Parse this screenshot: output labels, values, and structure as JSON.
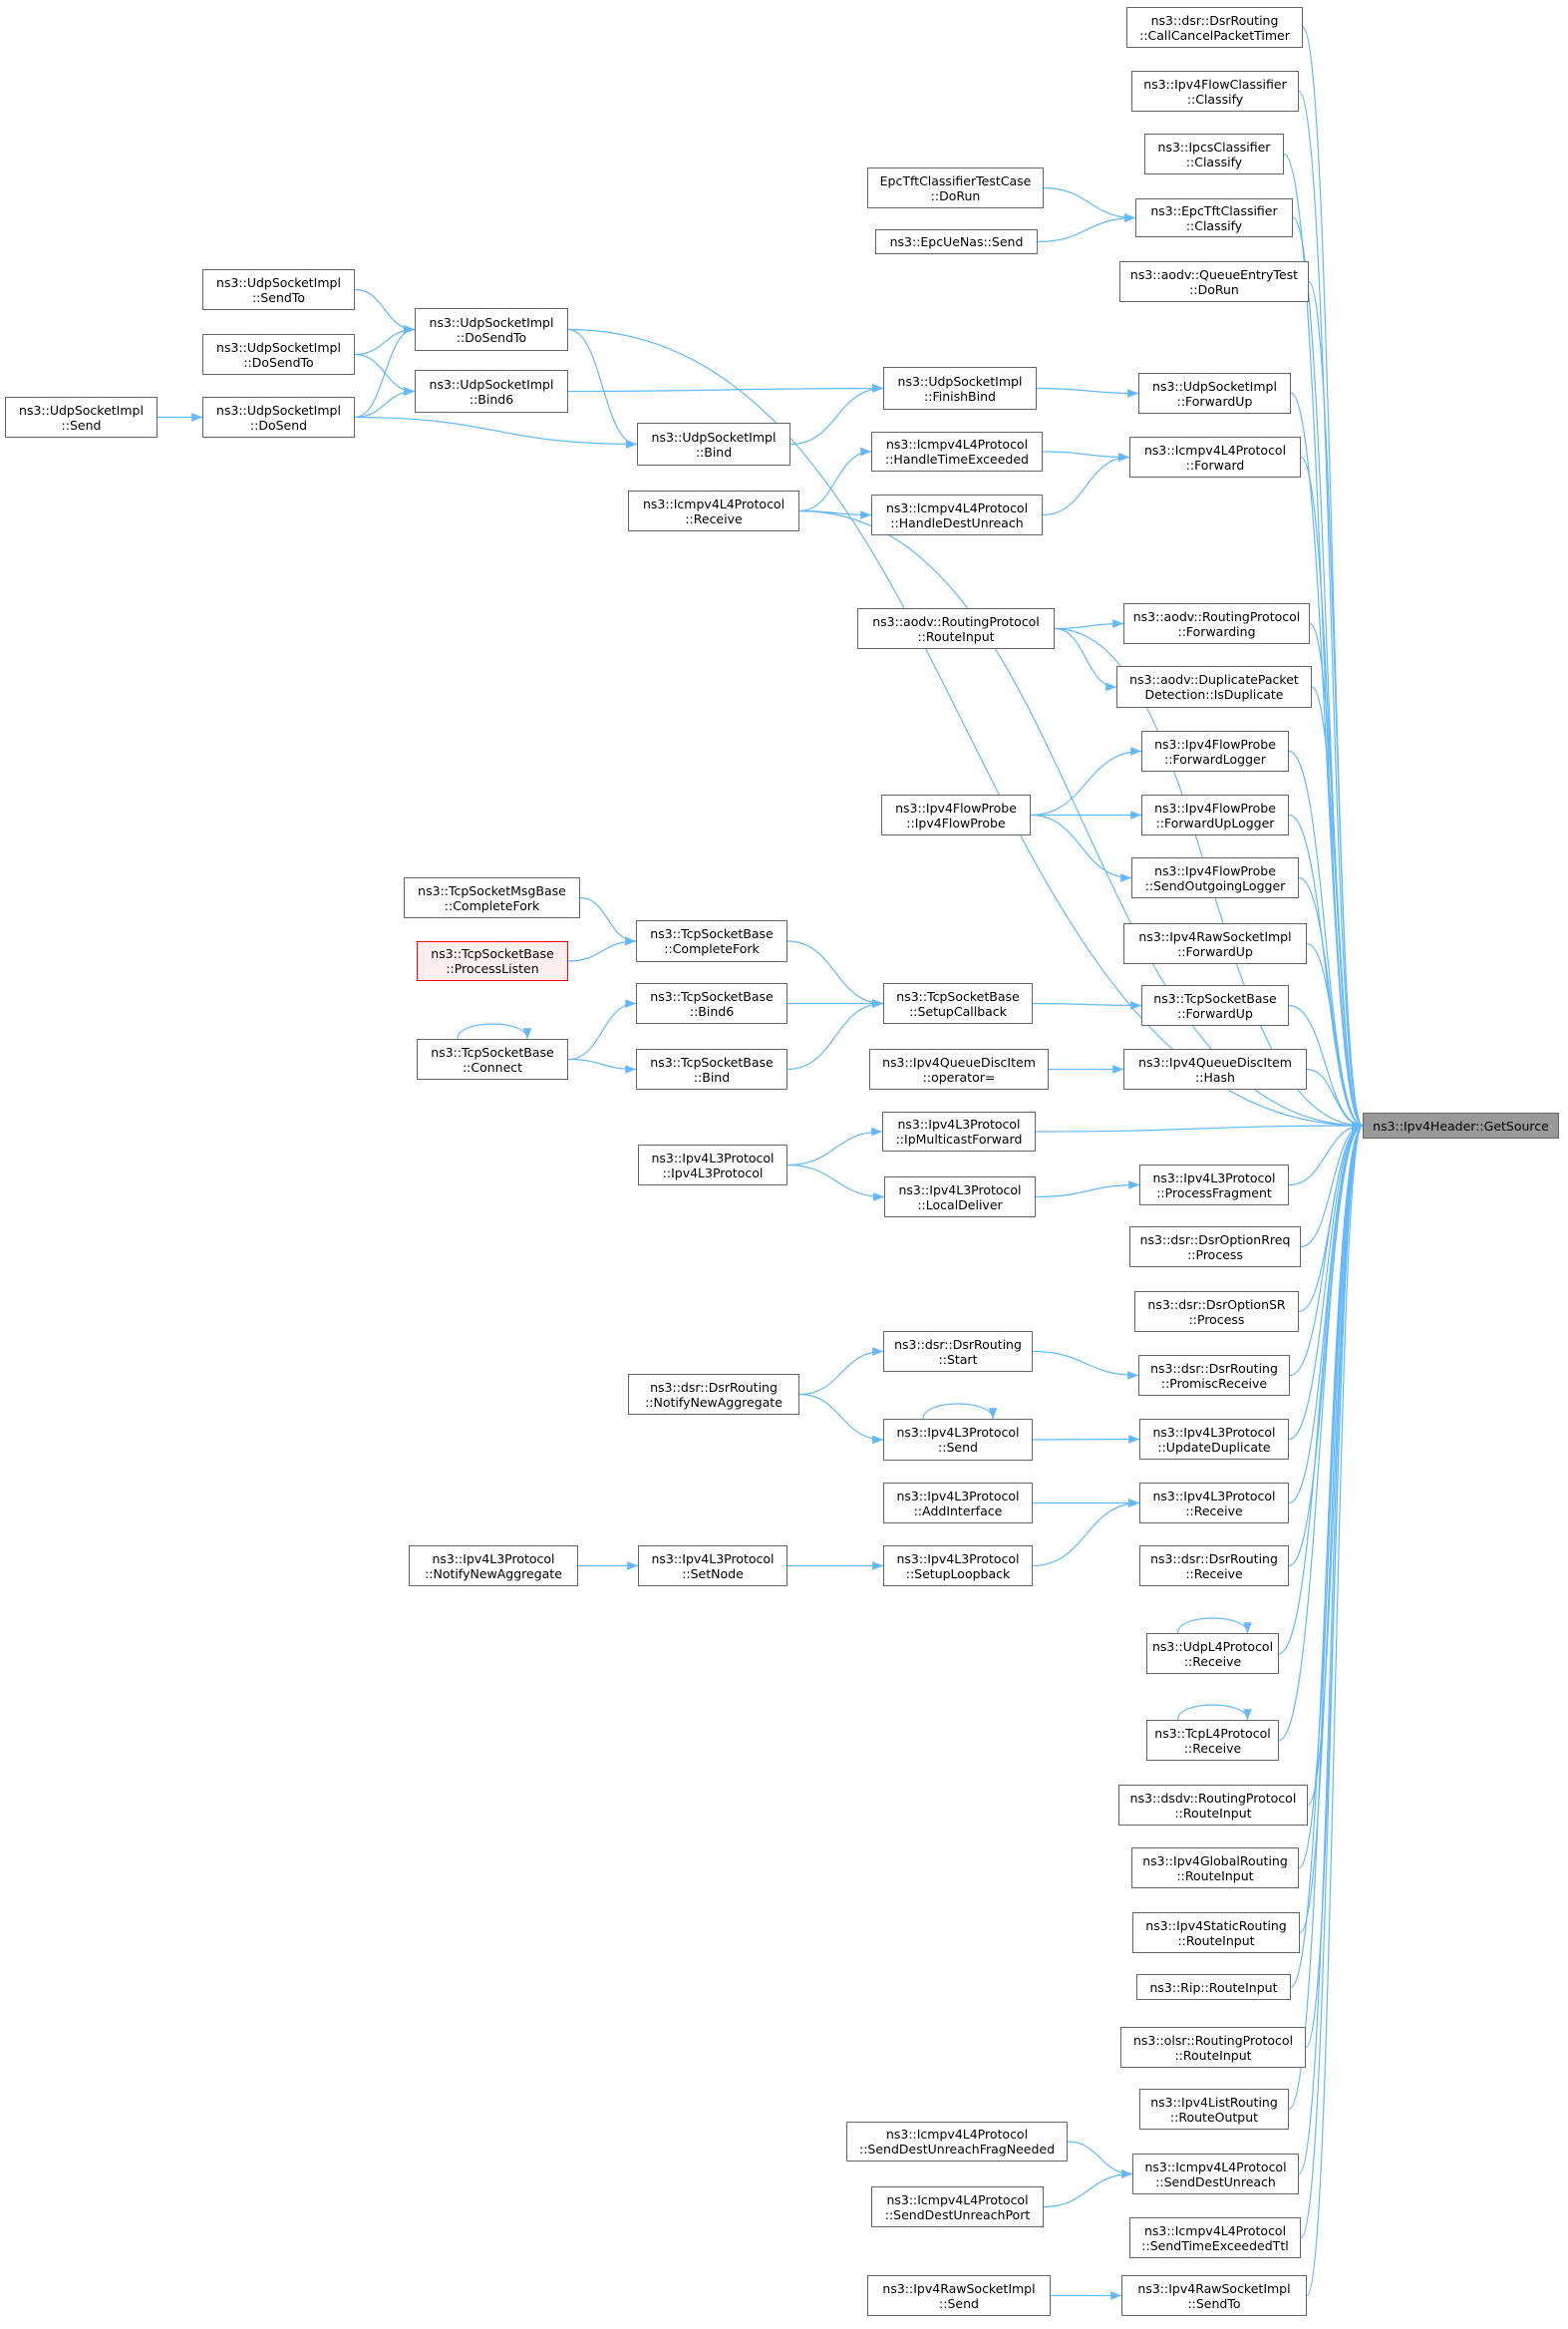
{
  "colors": {
    "edge": "#63b8ff",
    "node_border": "#666666",
    "target_fill": "#999999",
    "missing_border": "#ff0000",
    "missing_fill": "#fff0f0"
  },
  "nodes": {
    "getsource": {
      "lines": [
        "ns3::Ipv4Header::GetSource"
      ],
      "kind": "target"
    },
    "dsr_cancel": {
      "lines": [
        "ns3::dsr::DsrRouting",
        "::CallCancelPacketTimer"
      ]
    },
    "flowclass": {
      "lines": [
        "ns3::Ipv4FlowClassifier",
        "::Classify"
      ]
    },
    "ipcs": {
      "lines": [
        "ns3::IpcsClassifier",
        "::Classify"
      ]
    },
    "epctft": {
      "lines": [
        "ns3::EpcTftClassifier",
        "::Classify"
      ]
    },
    "epctest": {
      "lines": [
        "EpcTftClassifierTestCase",
        "::DoRun"
      ]
    },
    "epcuenas": {
      "lines": [
        "ns3::EpcUeNas::Send"
      ]
    },
    "aodv_qtest": {
      "lines": [
        "ns3::aodv::QueueEntryTest",
        "::DoRun"
      ]
    },
    "udp_sendto": {
      "lines": [
        "ns3::UdpSocketImpl",
        "::SendTo"
      ]
    },
    "udp_dosendto": {
      "lines": [
        "ns3::UdpSocketImpl",
        "::DoSendTo"
      ]
    },
    "udp_dosendto2": {
      "lines": [
        "ns3::UdpSocketImpl",
        "::DoSendTo"
      ]
    },
    "udp_bind6": {
      "lines": [
        "ns3::UdpSocketImpl",
        "::Bind6"
      ]
    },
    "udp_send": {
      "lines": [
        "ns3::UdpSocketImpl",
        "::Send"
      ]
    },
    "udp_dosend": {
      "lines": [
        "ns3::UdpSocketImpl",
        "::DoSend"
      ]
    },
    "udp_bind": {
      "lines": [
        "ns3::UdpSocketImpl",
        "::Bind"
      ]
    },
    "udp_finishbind": {
      "lines": [
        "ns3::UdpSocketImpl",
        "::FinishBind"
      ]
    },
    "udp_forwardup": {
      "lines": [
        "ns3::UdpSocketImpl",
        "::ForwardUp"
      ]
    },
    "icmp_hte": {
      "lines": [
        "ns3::Icmpv4L4Protocol",
        "::HandleTimeExceeded"
      ]
    },
    "icmp_forward": {
      "lines": [
        "ns3::Icmpv4L4Protocol",
        "::Forward"
      ]
    },
    "icmp_receive": {
      "lines": [
        "ns3::Icmpv4L4Protocol",
        "::Receive"
      ]
    },
    "icmp_hdu": {
      "lines": [
        "ns3::Icmpv4L4Protocol",
        "::HandleDestUnreach"
      ]
    },
    "aodv_routeinput": {
      "lines": [
        "ns3::aodv::RoutingProtocol",
        "::RouteInput"
      ]
    },
    "aodv_forwarding": {
      "lines": [
        "ns3::aodv::RoutingProtocol",
        "::Forwarding"
      ]
    },
    "aodv_dup": {
      "lines": [
        "ns3::aodv::DuplicatePacket",
        "Detection::IsDuplicate"
      ]
    },
    "fp_forwardlogger": {
      "lines": [
        "ns3::Ipv4FlowProbe",
        "::ForwardLogger"
      ]
    },
    "fp_ctor": {
      "lines": [
        "ns3::Ipv4FlowProbe",
        "::Ipv4FlowProbe"
      ]
    },
    "fp_forwarduplogger": {
      "lines": [
        "ns3::Ipv4FlowProbe",
        "::ForwardUpLogger"
      ]
    },
    "fp_sendout": {
      "lines": [
        "ns3::Ipv4FlowProbe",
        "::SendOutgoingLogger"
      ]
    },
    "tcpmsg_cf": {
      "lines": [
        "ns3::TcpSocketMsgBase",
        "::CompleteFork"
      ]
    },
    "tcp_cf": {
      "lines": [
        "ns3::TcpSocketBase",
        "::CompleteFork"
      ]
    },
    "tcp_pl": {
      "lines": [
        "ns3::TcpSocketBase",
        "::ProcessListen"
      ],
      "kind": "missing"
    },
    "raw_forwardup": {
      "lines": [
        "ns3::Ipv4RawSocketImpl",
        "::ForwardUp"
      ]
    },
    "tcp_bind6": {
      "lines": [
        "ns3::TcpSocketBase",
        "::Bind6"
      ]
    },
    "tcp_setupcb": {
      "lines": [
        "ns3::TcpSocketBase",
        "::SetupCallback"
      ]
    },
    "tcp_forwardup": {
      "lines": [
        "ns3::TcpSocketBase",
        "::ForwardUp"
      ]
    },
    "tcp_connect": {
      "lines": [
        "ns3::TcpSocketBase",
        "::Connect"
      ]
    },
    "tcp_bind": {
      "lines": [
        "ns3::TcpSocketBase",
        "::Bind"
      ]
    },
    "qdi_op": {
      "lines": [
        "ns3::Ipv4QueueDiscItem",
        "::operator="
      ]
    },
    "qdi_hash": {
      "lines": [
        "ns3::Ipv4QueueDiscItem",
        "::Hash"
      ]
    },
    "l3_ipmf": {
      "lines": [
        "ns3::Ipv4L3Protocol",
        "::IpMulticastForward"
      ]
    },
    "l3_ctor": {
      "lines": [
        "ns3::Ipv4L3Protocol",
        "::Ipv4L3Protocol"
      ]
    },
    "l3_ld": {
      "lines": [
        "ns3::Ipv4L3Protocol",
        "::LocalDeliver"
      ]
    },
    "l3_pf": {
      "lines": [
        "ns3::Ipv4L3Protocol",
        "::ProcessFragment"
      ]
    },
    "dsr_oreq": {
      "lines": [
        "ns3::dsr::DsrOptionRreq",
        "::Process"
      ]
    },
    "dsr_osr": {
      "lines": [
        "ns3::dsr::DsrOptionSR",
        "::Process"
      ]
    },
    "dsr_start": {
      "lines": [
        "ns3::dsr::DsrRouting",
        "::Start"
      ]
    },
    "dsr_nna": {
      "lines": [
        "ns3::dsr::DsrRouting",
        "::NotifyNewAggregate"
      ]
    },
    "dsr_promisc": {
      "lines": [
        "ns3::dsr::DsrRouting",
        "::PromiscReceive"
      ]
    },
    "l3_send": {
      "lines": [
        "ns3::Ipv4L3Protocol",
        "::Send"
      ]
    },
    "l3_ud": {
      "lines": [
        "ns3::Ipv4L3Protocol",
        "::UpdateDuplicate"
      ]
    },
    "l3_addif": {
      "lines": [
        "ns3::Ipv4L3Protocol",
        "::AddInterface"
      ]
    },
    "l3_receive": {
      "lines": [
        "ns3::Ipv4L3Protocol",
        "::Receive"
      ]
    },
    "l3_nna": {
      "lines": [
        "ns3::Ipv4L3Protocol",
        "::NotifyNewAggregate"
      ]
    },
    "l3_setnode": {
      "lines": [
        "ns3::Ipv4L3Protocol",
        "::SetNode"
      ]
    },
    "l3_setuplb": {
      "lines": [
        "ns3::Ipv4L3Protocol",
        "::SetupLoopback"
      ]
    },
    "dsr_receive": {
      "lines": [
        "ns3::dsr::DsrRouting",
        "::Receive"
      ]
    },
    "udpl4_receive": {
      "lines": [
        "ns3::UdpL4Protocol",
        "::Receive"
      ]
    },
    "tcpl4_receive": {
      "lines": [
        "ns3::TcpL4Protocol",
        "::Receive"
      ]
    },
    "dsdv_ri": {
      "lines": [
        "ns3::dsdv::RoutingProtocol",
        "::RouteInput"
      ]
    },
    "global_ri": {
      "lines": [
        "ns3::Ipv4GlobalRouting",
        "::RouteInput"
      ]
    },
    "static_ri": {
      "lines": [
        "ns3::Ipv4StaticRouting",
        "::RouteInput"
      ]
    },
    "rip_ri": {
      "lines": [
        "ns3::Rip::RouteInput"
      ]
    },
    "olsr_ri": {
      "lines": [
        "ns3::olsr::RoutingProtocol",
        "::RouteInput"
      ]
    },
    "list_ro": {
      "lines": [
        "ns3::Ipv4ListRouting",
        "::RouteOutput"
      ]
    },
    "icmp_sdufn": {
      "lines": [
        "ns3::Icmpv4L4Protocol",
        "::SendDestUnreachFragNeeded"
      ]
    },
    "icmp_sdu": {
      "lines": [
        "ns3::Icmpv4L4Protocol",
        "::SendDestUnreach"
      ]
    },
    "icmp_sdup": {
      "lines": [
        "ns3::Icmpv4L4Protocol",
        "::SendDestUnreachPort"
      ]
    },
    "icmp_stet": {
      "lines": [
        "ns3::Icmpv4L4Protocol",
        "::SendTimeExceededTtl"
      ]
    },
    "raw_send": {
      "lines": [
        "ns3::Ipv4RawSocketImpl",
        "::Send"
      ]
    },
    "raw_sendto": {
      "lines": [
        "ns3::Ipv4RawSocketImpl",
        "::SendTo"
      ]
    }
  },
  "edges": [
    [
      "dsr_cancel",
      "getsource"
    ],
    [
      "flowclass",
      "getsource"
    ],
    [
      "ipcs",
      "getsource"
    ],
    [
      "epctft",
      "getsource"
    ],
    [
      "aodv_qtest",
      "getsource"
    ],
    [
      "udp_dosendto",
      "getsource"
    ],
    [
      "udp_forwardup",
      "getsource"
    ],
    [
      "icmp_forward",
      "getsource"
    ],
    [
      "icmp_receive",
      "getsource"
    ],
    [
      "aodv_routeinput",
      "getsource"
    ],
    [
      "aodv_forwarding",
      "getsource"
    ],
    [
      "aodv_dup",
      "getsource"
    ],
    [
      "fp_forwardlogger",
      "getsource"
    ],
    [
      "fp_forwarduplogger",
      "getsource"
    ],
    [
      "fp_sendout",
      "getsource"
    ],
    [
      "raw_forwardup",
      "getsource"
    ],
    [
      "tcp_forwardup",
      "getsource"
    ],
    [
      "qdi_hash",
      "getsource"
    ],
    [
      "l3_ipmf",
      "getsource"
    ],
    [
      "l3_pf",
      "getsource"
    ],
    [
      "dsr_oreq",
      "getsource"
    ],
    [
      "dsr_osr",
      "getsource"
    ],
    [
      "dsr_promisc",
      "getsource"
    ],
    [
      "l3_ud",
      "getsource"
    ],
    [
      "l3_receive",
      "getsource"
    ],
    [
      "dsr_receive",
      "getsource"
    ],
    [
      "udpl4_receive",
      "getsource"
    ],
    [
      "tcpl4_receive",
      "getsource"
    ],
    [
      "dsdv_ri",
      "getsource"
    ],
    [
      "global_ri",
      "getsource"
    ],
    [
      "static_ri",
      "getsource"
    ],
    [
      "rip_ri",
      "getsource"
    ],
    [
      "olsr_ri",
      "getsource"
    ],
    [
      "list_ro",
      "getsource"
    ],
    [
      "icmp_sdu",
      "getsource"
    ],
    [
      "icmp_stet",
      "getsource"
    ],
    [
      "raw_sendto",
      "getsource"
    ],
    [
      "epctest",
      "epctft"
    ],
    [
      "epcuenas",
      "epctft"
    ],
    [
      "udp_sendto",
      "udp_dosendto"
    ],
    [
      "udp_dosendto2",
      "udp_dosendto"
    ],
    [
      "udp_dosend",
      "udp_dosendto"
    ],
    [
      "udp_dosendto",
      "udp_bind"
    ],
    [
      "udp_dosendto2",
      "udp_bind6"
    ],
    [
      "udp_dosend",
      "udp_bind6"
    ],
    [
      "udp_dosend",
      "udp_bind"
    ],
    [
      "udp_send",
      "udp_dosend"
    ],
    [
      "udp_bind6",
      "udp_finishbind"
    ],
    [
      "udp_bind",
      "udp_finishbind"
    ],
    [
      "udp_finishbind",
      "udp_forwardup"
    ],
    [
      "icmp_receive",
      "icmp_hte"
    ],
    [
      "icmp_receive",
      "icmp_hdu"
    ],
    [
      "icmp_hte",
      "icmp_forward"
    ],
    [
      "icmp_hdu",
      "icmp_forward"
    ],
    [
      "aodv_routeinput",
      "aodv_forwarding"
    ],
    [
      "aodv_routeinput",
      "aodv_dup"
    ],
    [
      "fp_ctor",
      "fp_forwardlogger"
    ],
    [
      "fp_ctor",
      "fp_forwarduplogger"
    ],
    [
      "fp_ctor",
      "fp_sendout"
    ],
    [
      "tcpmsg_cf",
      "tcp_cf"
    ],
    [
      "tcp_pl",
      "tcp_cf"
    ],
    [
      "tcp_cf",
      "tcp_setupcb"
    ],
    [
      "tcp_bind6",
      "tcp_setupcb"
    ],
    [
      "tcp_bind",
      "tcp_setupcb"
    ],
    [
      "tcp_setupcb",
      "tcp_forwardup"
    ],
    [
      "tcp_connect",
      "tcp_bind6"
    ],
    [
      "tcp_connect",
      "tcp_bind"
    ],
    [
      "tcp_connect",
      "tcp_connect"
    ],
    [
      "qdi_op",
      "qdi_hash"
    ],
    [
      "l3_ctor",
      "l3_ipmf"
    ],
    [
      "l3_ctor",
      "l3_ld"
    ],
    [
      "l3_ld",
      "l3_pf"
    ],
    [
      "dsr_nna",
      "dsr_start"
    ],
    [
      "dsr_nna",
      "l3_send"
    ],
    [
      "dsr_start",
      "dsr_promisc"
    ],
    [
      "l3_send",
      "l3_ud"
    ],
    [
      "l3_send",
      "l3_send"
    ],
    [
      "l3_addif",
      "l3_receive"
    ],
    [
      "l3_setuplb",
      "l3_receive"
    ],
    [
      "l3_nna",
      "l3_setnode"
    ],
    [
      "l3_setnode",
      "l3_setuplb"
    ],
    [
      "udpl4_receive",
      "udpl4_receive"
    ],
    [
      "tcpl4_receive",
      "tcpl4_receive"
    ],
    [
      "icmp_sdufn",
      "icmp_sdu"
    ],
    [
      "icmp_sdup",
      "icmp_sdu"
    ],
    [
      "raw_send",
      "raw_sendto"
    ]
  ]
}
